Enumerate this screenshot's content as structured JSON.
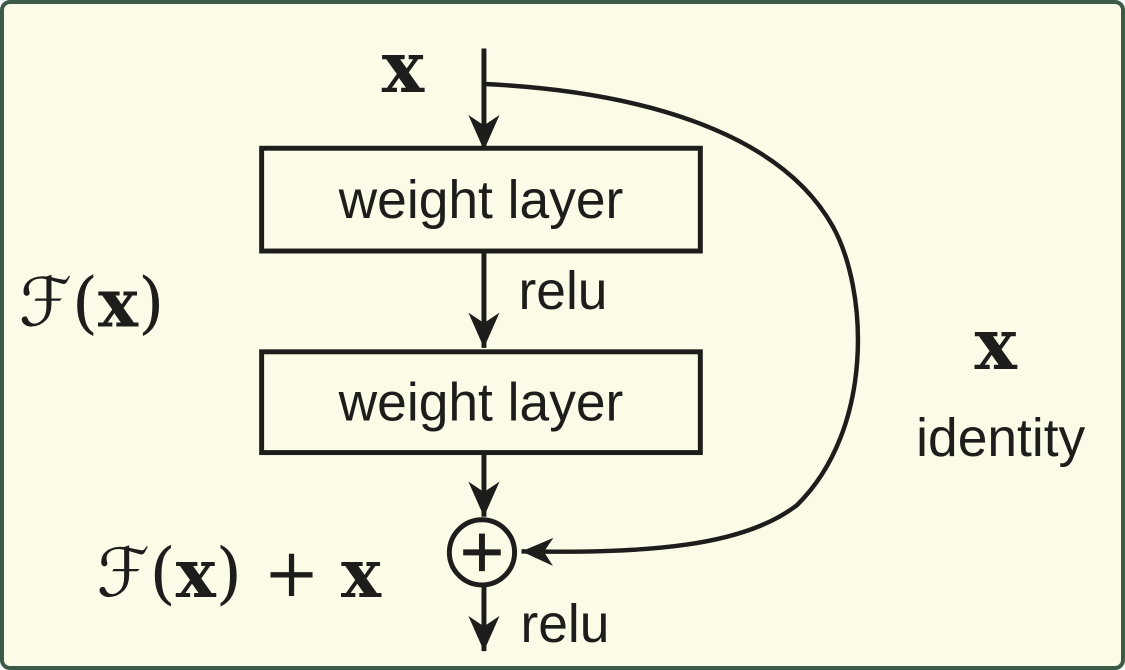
{
  "diagram": {
    "type": "residual-learning-building-block",
    "colors": {
      "background": "#fbfbe7",
      "border": "#3c5a48",
      "ink": "#1e1d1b"
    },
    "input_label": "x",
    "boxes": {
      "weight_layer_1": "weight layer",
      "weight_layer_2": "weight layer"
    },
    "activations": {
      "relu_mid": "relu",
      "relu_out": "relu"
    },
    "left_labels": {
      "f_open": "ℱ(",
      "f_arg": "x",
      "f_close": ")",
      "sum_open": "ℱ(",
      "sum_arg": "x",
      "sum_mid": ") + ",
      "sum_arg2": "x"
    },
    "right_labels": {
      "identity_arg": "x",
      "identity": "identity"
    },
    "icons": {
      "add_operator": "plus-in-circle-icon"
    }
  }
}
